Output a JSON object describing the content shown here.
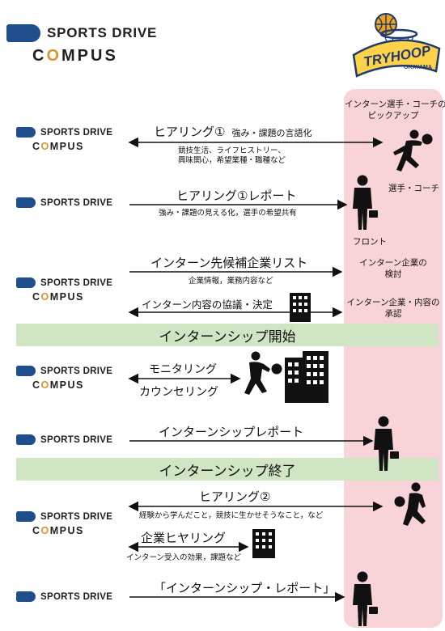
{
  "brand": {
    "sports_drive": "SPORTS DRIVE",
    "compus_pre": "C",
    "compus_o": "O",
    "compus_post": "MPUS",
    "tryhoop_logo": "TRYHOOP",
    "tryhoop_sub": "OKAYAMA"
  },
  "bands": {
    "start": "インターンシップ開始",
    "end": "インターンシップ終了"
  },
  "rows": {
    "hearing1": {
      "label": "ヒアリング①",
      "suffix": "強み・課題の言語化",
      "detail1": "競技生活、ライフヒストリー、",
      "detail2": "興味関心，希望業種・職種など"
    },
    "report1": {
      "label": "ヒアリング①レポート",
      "detail": "強み・課題の見える化，選手の希望共有"
    },
    "list": {
      "label": "インターン先候補企業リスト",
      "detail": "企業情報，業務内容など"
    },
    "decide": {
      "label": "インターン内容の協議・決定"
    },
    "monitor": {
      "label1": "モニタリング",
      "label2": "カウンセリング"
    },
    "report": {
      "label": "インターンシップレポート"
    },
    "hearing2": {
      "label": "ヒアリング②",
      "detail": "経験から学んだこと，競技に生かせそうなこと，など"
    },
    "company": {
      "label": "企業ヒヤリング",
      "detail": "インターン受入の効果，課題など"
    },
    "final": {
      "label": "「インターンシップ・レポート」"
    }
  },
  "right_column": {
    "pickup1": "インターン選手・コーチの",
    "pickup2": "ピックアップ",
    "players": "選手・コーチ",
    "front": "フロント",
    "review1": "インターン企業の",
    "review2": "検討",
    "approve1": "インターン企業・内容の",
    "approve2": "承認"
  },
  "colors": {
    "brand_blue": "#1e4f8c",
    "compus_o": "#d9962b",
    "pink_column": "#f8d3d7",
    "band_green": "#cfe5c4"
  },
  "icons": [
    "basketball-player-icon",
    "businessman-icon",
    "building-icon"
  ]
}
